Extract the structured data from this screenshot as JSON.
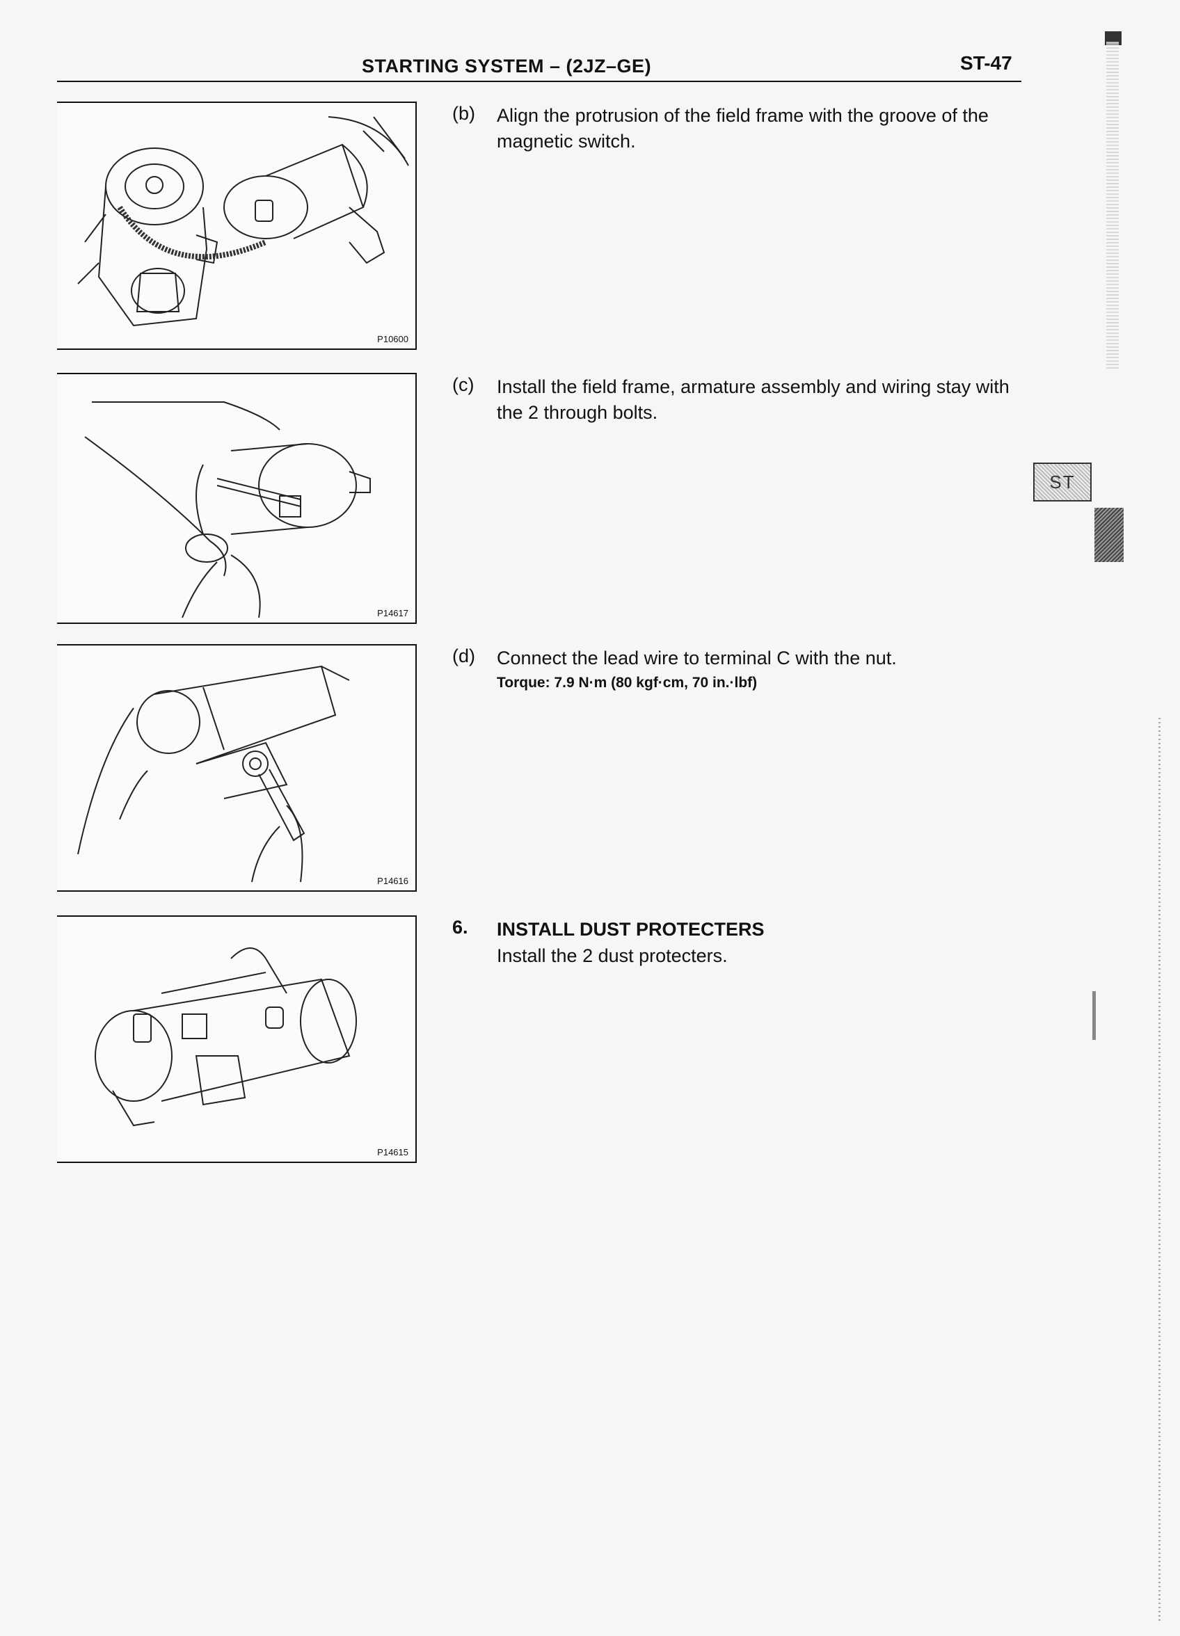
{
  "header": {
    "title": "STARTING SYSTEM – (2JZ–GE)",
    "page_number": "ST-47"
  },
  "figures": [
    {
      "code": "P10600"
    },
    {
      "code": "P14617"
    },
    {
      "code": "P14616"
    },
    {
      "code": "P14615"
    }
  ],
  "steps": [
    {
      "label": "(b)",
      "text": "Align the protrusion of the field frame with the groove of the magnetic switch.",
      "spec": ""
    },
    {
      "label": "(c)",
      "text": "Install the field frame, armature assembly and wiring stay with the 2 through bolts.",
      "spec": ""
    },
    {
      "label": "(d)",
      "text": "Connect the lead wire to terminal C with the nut.",
      "spec": "Torque: 7.9 N·m (80 kgf·cm, 70 in.·lbf)"
    }
  ],
  "section6": {
    "number": "6.",
    "heading": "INSTALL DUST PROTECTERS",
    "text": "Install the 2 dust protecters."
  },
  "side_tab": {
    "label": "ST"
  }
}
